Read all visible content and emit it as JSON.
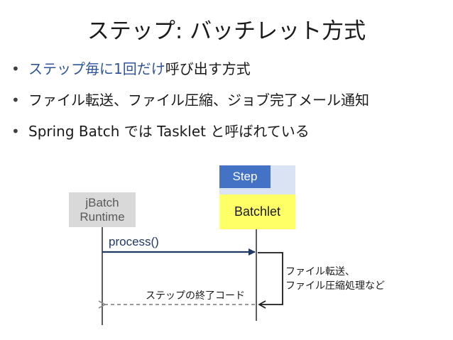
{
  "title": "ステップ: バッチレット方式",
  "bullets": [
    {
      "accent": "ステップ毎に1回だけ",
      "rest": "呼び出す方式"
    },
    {
      "accent": "",
      "rest": "ファイル転送、ファイル圧縮、ジョブ完了メール通知"
    },
    {
      "accent": "",
      "rest": "Spring Batch では Tasklet と呼ばれている"
    }
  ],
  "bullet_marker": "•",
  "diagram": {
    "runtime": {
      "line1": "jBatch",
      "line2": "Runtime"
    },
    "step_label": "Step",
    "batchlet_label": "Batchlet",
    "process_call": "process()",
    "note": {
      "line1": "ファイル転送、",
      "line2": "ファイル圧縮処理など"
    },
    "return_label": "ステップの終了コード"
  },
  "colors": {
    "accent_text": "#2f5597",
    "step_header": "#4472c4",
    "step_background": "#dae3f3",
    "batchlet_fill": "#ffff66",
    "runtime_fill": "#d9d9d9",
    "call_arrow": "#1f3864",
    "return_arrow": "#8c8c8c"
  }
}
